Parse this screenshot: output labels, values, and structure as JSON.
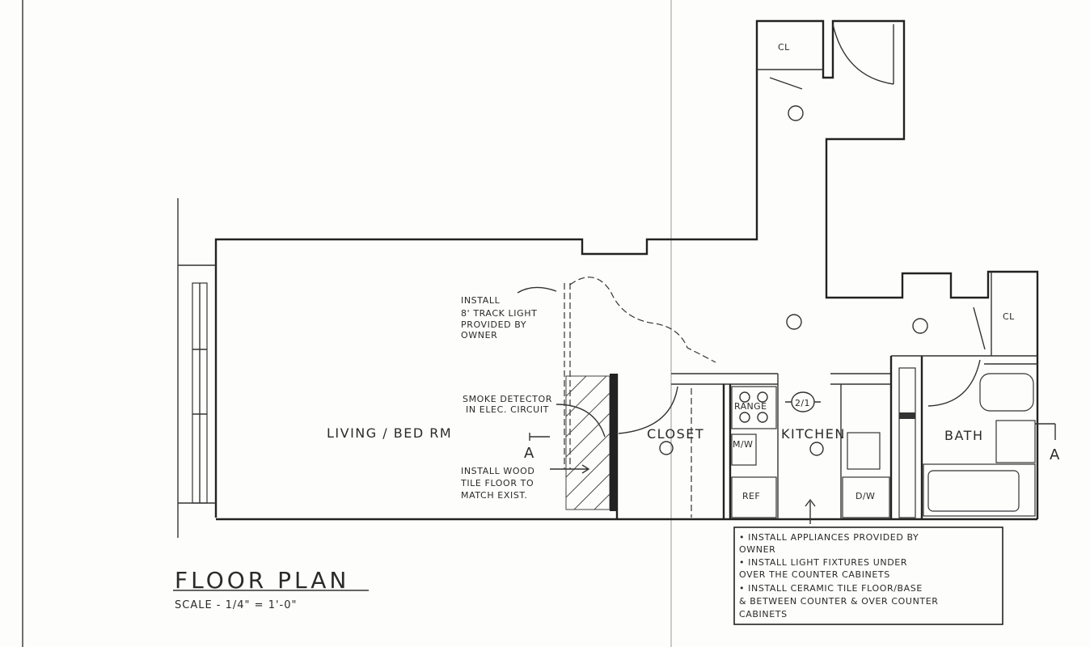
{
  "labels": {
    "cl_top": "CL",
    "cl_right": "CL",
    "living": "LIVING / BED RM",
    "closet": "CLOSET",
    "kitchen": "KITCHEN",
    "bath": "BATH",
    "range": "RANGE",
    "ref": "REF",
    "dw": "D/W",
    "mw": "M/W",
    "section_left": "A",
    "section_right": "A",
    "kitchen_tag": "2/1"
  },
  "notes": {
    "track_light": [
      "INSTALL",
      "8' TRACK LIGHT",
      "PROVIDED BY",
      "OWNER"
    ],
    "smoke": [
      "SMOKE DETECTOR",
      "IN ELEC. CIRCUIT"
    ],
    "floor": [
      "INSTALL WOOD",
      "TILE FLOOR TO",
      "MATCH EXIST."
    ]
  },
  "general_notes": [
    "• INSTALL APPLIANCES PROVIDED BY",
    "  OWNER",
    "• INSTALL LIGHT FIXTURES UNDER",
    "  OVER THE COUNTER CABINETS",
    "• INSTALL CERAMIC TILE FLOOR/BASE",
    "  & BETWEEN COUNTER & OVER COUNTER",
    "  CABINETS"
  ],
  "title": "FLOOR PLAN",
  "scale": "SCALE - 1/4\" = 1'-0\""
}
